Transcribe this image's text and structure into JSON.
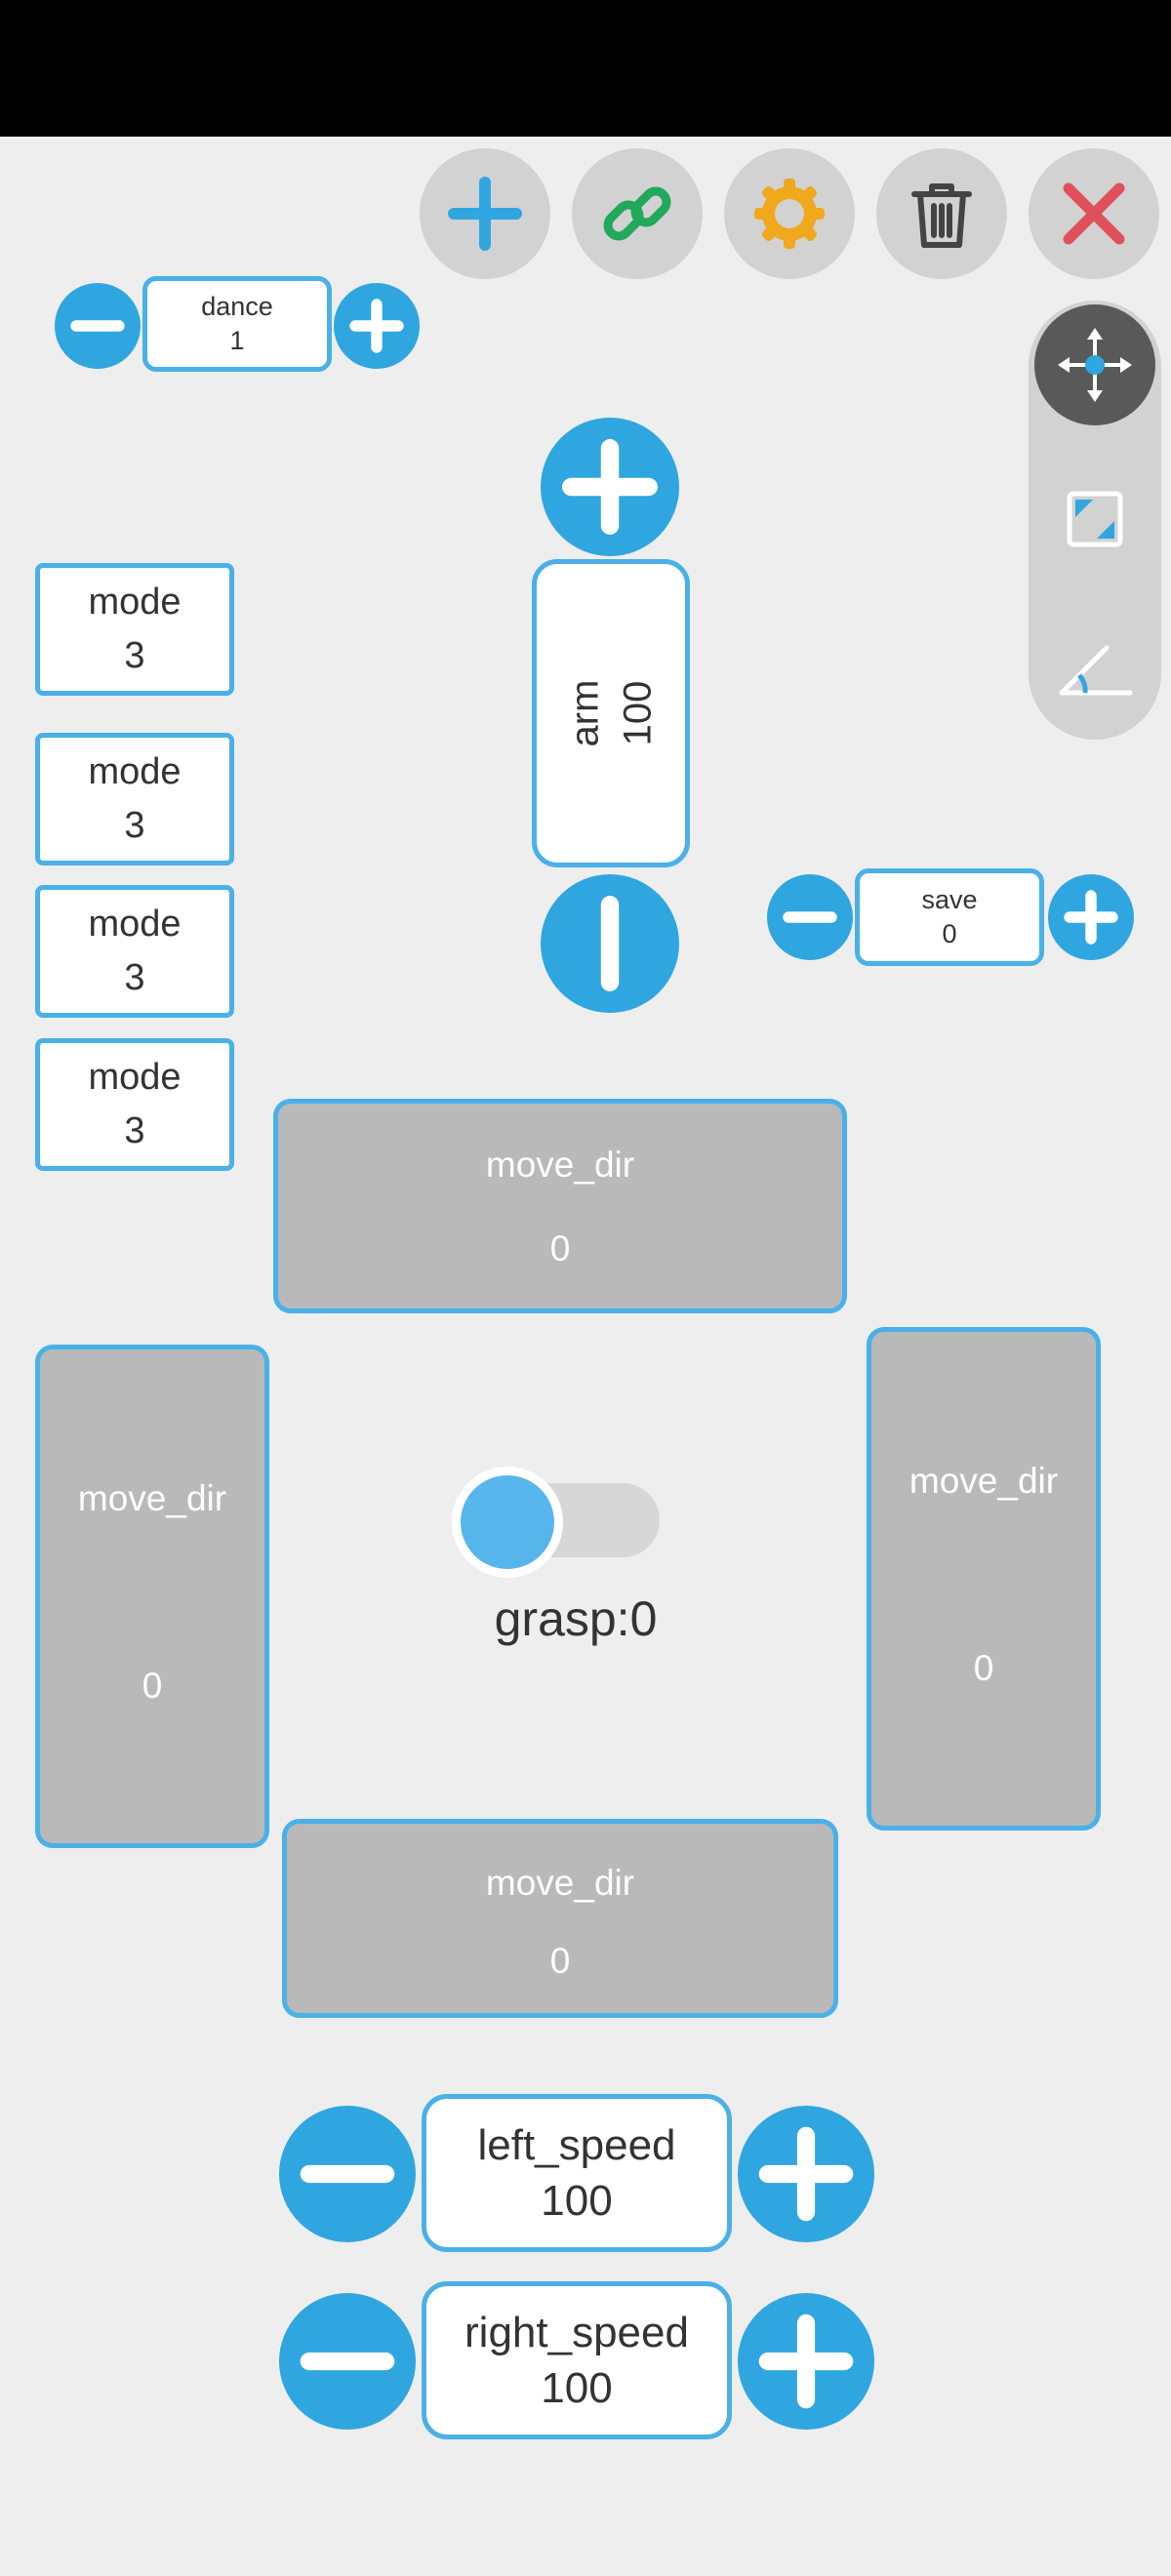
{
  "toolbar": {
    "buttons": [
      {
        "name": "add",
        "icon": "plus-icon",
        "color": "#2fa6e0"
      },
      {
        "name": "link",
        "icon": "link-icon",
        "color": "#22a85a"
      },
      {
        "name": "settings",
        "icon": "gear-icon",
        "color": "#f0a81c"
      },
      {
        "name": "delete",
        "icon": "trash-icon",
        "color": "#444444"
      },
      {
        "name": "close",
        "icon": "close-icon",
        "color": "#e0505a"
      }
    ]
  },
  "side_tools": [
    "move-arrows-icon",
    "resize-icon",
    "angle-icon"
  ],
  "dance": {
    "label": "dance",
    "value": "1"
  },
  "arm": {
    "label": "arm",
    "value": "100"
  },
  "save": {
    "label": "save",
    "value": "0"
  },
  "modes": [
    {
      "label": "mode",
      "value": "3"
    },
    {
      "label": "mode",
      "value": "3"
    },
    {
      "label": "mode",
      "value": "3"
    },
    {
      "label": "mode",
      "value": "3"
    }
  ],
  "move_dir": {
    "up": {
      "label": "move_dir",
      "value": "0"
    },
    "left": {
      "label": "move_dir",
      "value": "0"
    },
    "right": {
      "label": "move_dir",
      "value": "0"
    },
    "down": {
      "label": "move_dir",
      "value": "0"
    }
  },
  "grasp": {
    "label": "grasp:0",
    "state": "off"
  },
  "left_speed": {
    "label": "left_speed",
    "value": "100"
  },
  "right_speed": {
    "label": "right_speed",
    "value": "100"
  },
  "colors": {
    "accent": "#2fa6e0",
    "border": "#4ab0e8",
    "pad": "#b9b9b9",
    "background": "#eeeeee"
  }
}
